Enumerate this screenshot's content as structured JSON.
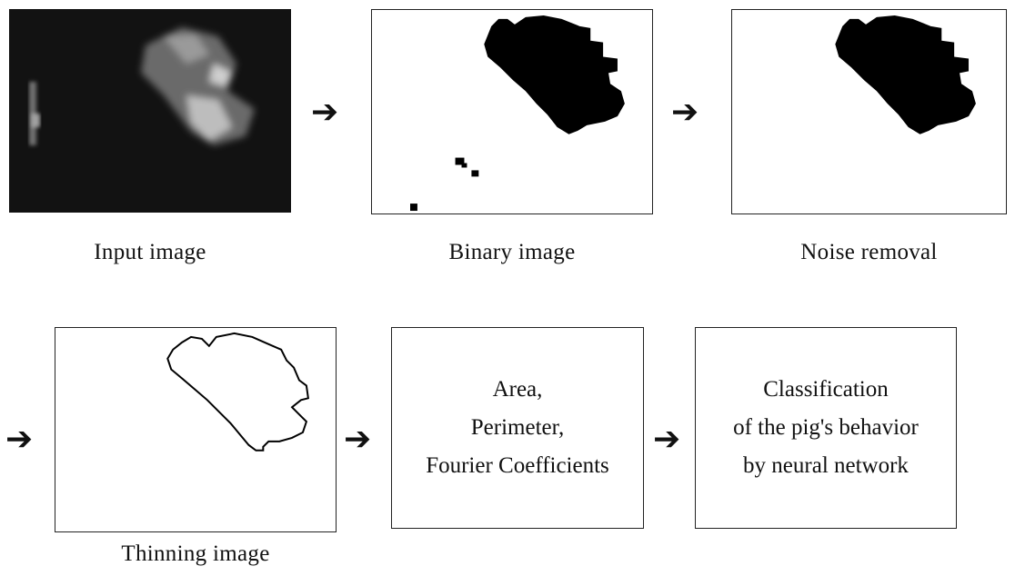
{
  "stages": {
    "input": {
      "caption": "Input image"
    },
    "binary": {
      "caption": "Binary image"
    },
    "noise": {
      "caption": "Noise removal"
    },
    "thinning": {
      "caption": "Thinning image"
    },
    "features": {
      "lines": [
        "Area,",
        "Perimeter,",
        "Fourier Coefficients"
      ]
    },
    "classification": {
      "lines": [
        "Classification",
        "of the pig's behavior",
        "by neural network"
      ]
    }
  },
  "arrow_glyph": "➔",
  "colors": {
    "foreground": "#000000",
    "background": "#ffffff",
    "input_bg": "#121212"
  }
}
